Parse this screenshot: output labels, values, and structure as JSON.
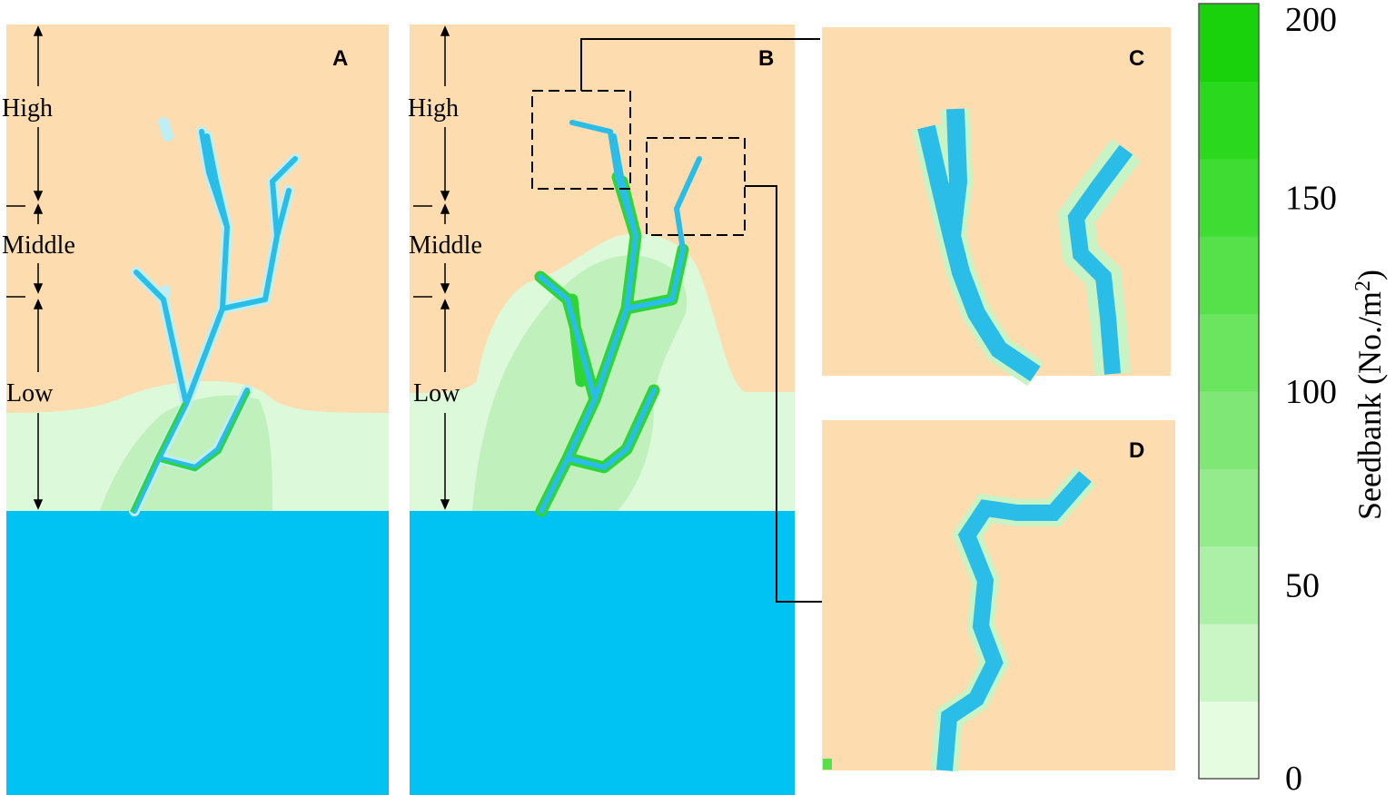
{
  "panels": {
    "a": {
      "letter": "A"
    },
    "b": {
      "letter": "B"
    },
    "c": {
      "letter": "C"
    },
    "d": {
      "letter": "D"
    }
  },
  "zones": {
    "high": "High",
    "middle": "Middle",
    "low": "Low"
  },
  "colorbar": {
    "label_text": "Seedbank (No./m",
    "label_sup": "2",
    "label_close": ")",
    "ticks": [
      "200",
      "150",
      "100",
      "50",
      "0"
    ],
    "range": [
      0,
      200
    ],
    "levels": [
      "#e5fce1",
      "#c9f6c4",
      "#acefa6",
      "#94eb8c",
      "#7fe775",
      "#6be45f",
      "#56e04a",
      "#3fdd34",
      "#2ad81d",
      "#19d20c"
    ]
  },
  "colors": {
    "upland": "#fddcb0",
    "sea": "#00c3f3",
    "creek": "#29bde8",
    "creek_edge": "#bfeff4",
    "marsh_light": "#dcfad9",
    "marsh_mid": "#c0f0bc",
    "vegetation": "#2fd633"
  }
}
